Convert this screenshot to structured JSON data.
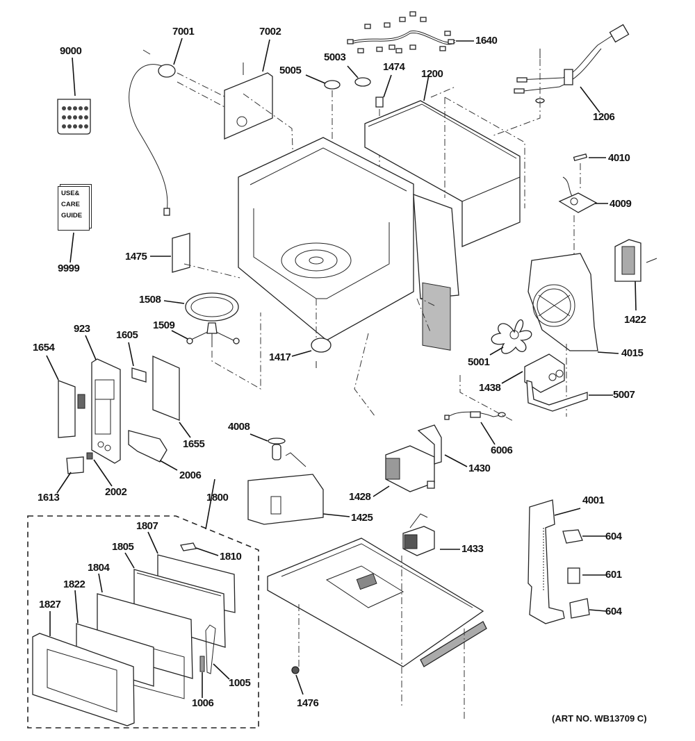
{
  "diagram": {
    "title": "Microwave oven exploded parts diagram",
    "art_number": "(ART NO. WB13709 C)",
    "guide_text": [
      "USE&",
      "CARE",
      "GUIDE"
    ],
    "callouts": [
      {
        "id": "9000",
        "part": "screw-kit"
      },
      {
        "id": "7001",
        "part": "sensor-with-cable"
      },
      {
        "id": "7002",
        "part": "mounting-plate"
      },
      {
        "id": "5005",
        "part": "thermal-cutout"
      },
      {
        "id": "5003",
        "part": "thermal-cutout"
      },
      {
        "id": "1474",
        "part": "fuse"
      },
      {
        "id": "1640",
        "part": "wire-harness"
      },
      {
        "id": "1200",
        "part": "outer-case"
      },
      {
        "id": "1206",
        "part": "power-cord"
      },
      {
        "id": "4010",
        "part": "fuse"
      },
      {
        "id": "4009",
        "part": "noise-filter-board"
      },
      {
        "id": "9999",
        "part": "use-and-care-guide"
      },
      {
        "id": "1475",
        "part": "waveguide-cover"
      },
      {
        "id": "1508",
        "part": "turntable-tray"
      },
      {
        "id": "1509",
        "part": "roller-guide"
      },
      {
        "id": "1417",
        "part": "turntable-motor"
      },
      {
        "id": "1422",
        "part": "thermistor-bracket"
      },
      {
        "id": "4015",
        "part": "fan-duct"
      },
      {
        "id": "5001",
        "part": "fan-blade"
      },
      {
        "id": "923",
        "part": "control-panel"
      },
      {
        "id": "1605",
        "part": "display-window"
      },
      {
        "id": "1654",
        "part": "touch-pad"
      },
      {
        "id": "1655",
        "part": "control-board"
      },
      {
        "id": "1438",
        "part": "capacitor"
      },
      {
        "id": "5007",
        "part": "capacitor-bracket"
      },
      {
        "id": "6006",
        "part": "diode"
      },
      {
        "id": "4008",
        "part": "lamp"
      },
      {
        "id": "2006",
        "part": "button-bracket"
      },
      {
        "id": "1430",
        "part": "magnetron-bracket"
      },
      {
        "id": "1613",
        "part": "door-release-button"
      },
      {
        "id": "2002",
        "part": "spring"
      },
      {
        "id": "1428",
        "part": "magnetron"
      },
      {
        "id": "1425",
        "part": "lamp-housing"
      },
      {
        "id": "1800",
        "part": "door-assembly"
      },
      {
        "id": "4001",
        "part": "latch-board"
      },
      {
        "id": "1807",
        "part": "door-choke"
      },
      {
        "id": "1810",
        "part": "door-hinge"
      },
      {
        "id": "604",
        "part": "interlock-switch"
      },
      {
        "id": "1805",
        "part": "door-frame"
      },
      {
        "id": "1433",
        "part": "transformer"
      },
      {
        "id": "1804",
        "part": "door-inner"
      },
      {
        "id": "601",
        "part": "interlock-switch"
      },
      {
        "id": "1822",
        "part": "door-screen"
      },
      {
        "id": "1827",
        "part": "door-outer-frame"
      },
      {
        "id": "604b",
        "part": "interlock-switch"
      },
      {
        "id": "1005",
        "part": "door-latch"
      },
      {
        "id": "1006",
        "part": "latch-spring"
      },
      {
        "id": "1476",
        "part": "foot"
      }
    ]
  },
  "labels": {
    "l9000": "9000",
    "l7001": "7001",
    "l7002": "7002",
    "l5005": "5005",
    "l5003": "5003",
    "l1474": "1474",
    "l1640": "1640",
    "l1200": "1200",
    "l1206": "1206",
    "l4010": "4010",
    "l4009": "4009",
    "l9999": "9999",
    "l1475": "1475",
    "l1508": "1508",
    "l1509": "1509",
    "l1417": "1417",
    "l1422": "1422",
    "l4015": "4015",
    "l5001": "5001",
    "l923": "923",
    "l1605": "1605",
    "l1654": "1654",
    "l1655": "1655",
    "l1438": "1438",
    "l5007": "5007",
    "l6006": "6006",
    "l4008": "4008",
    "l2006": "2006",
    "l1430": "1430",
    "l1613": "1613",
    "l2002": "2002",
    "l1428": "1428",
    "l1425": "1425",
    "l1800": "1800",
    "l4001": "4001",
    "l1807": "1807",
    "l1810": "1810",
    "l604a": "604",
    "l1805": "1805",
    "l1433": "1433",
    "l1804": "1804",
    "l601": "601",
    "l1822": "1822",
    "l1827": "1827",
    "l604b": "604",
    "l1005": "1005",
    "l1006": "1006",
    "l1476": "1476"
  }
}
